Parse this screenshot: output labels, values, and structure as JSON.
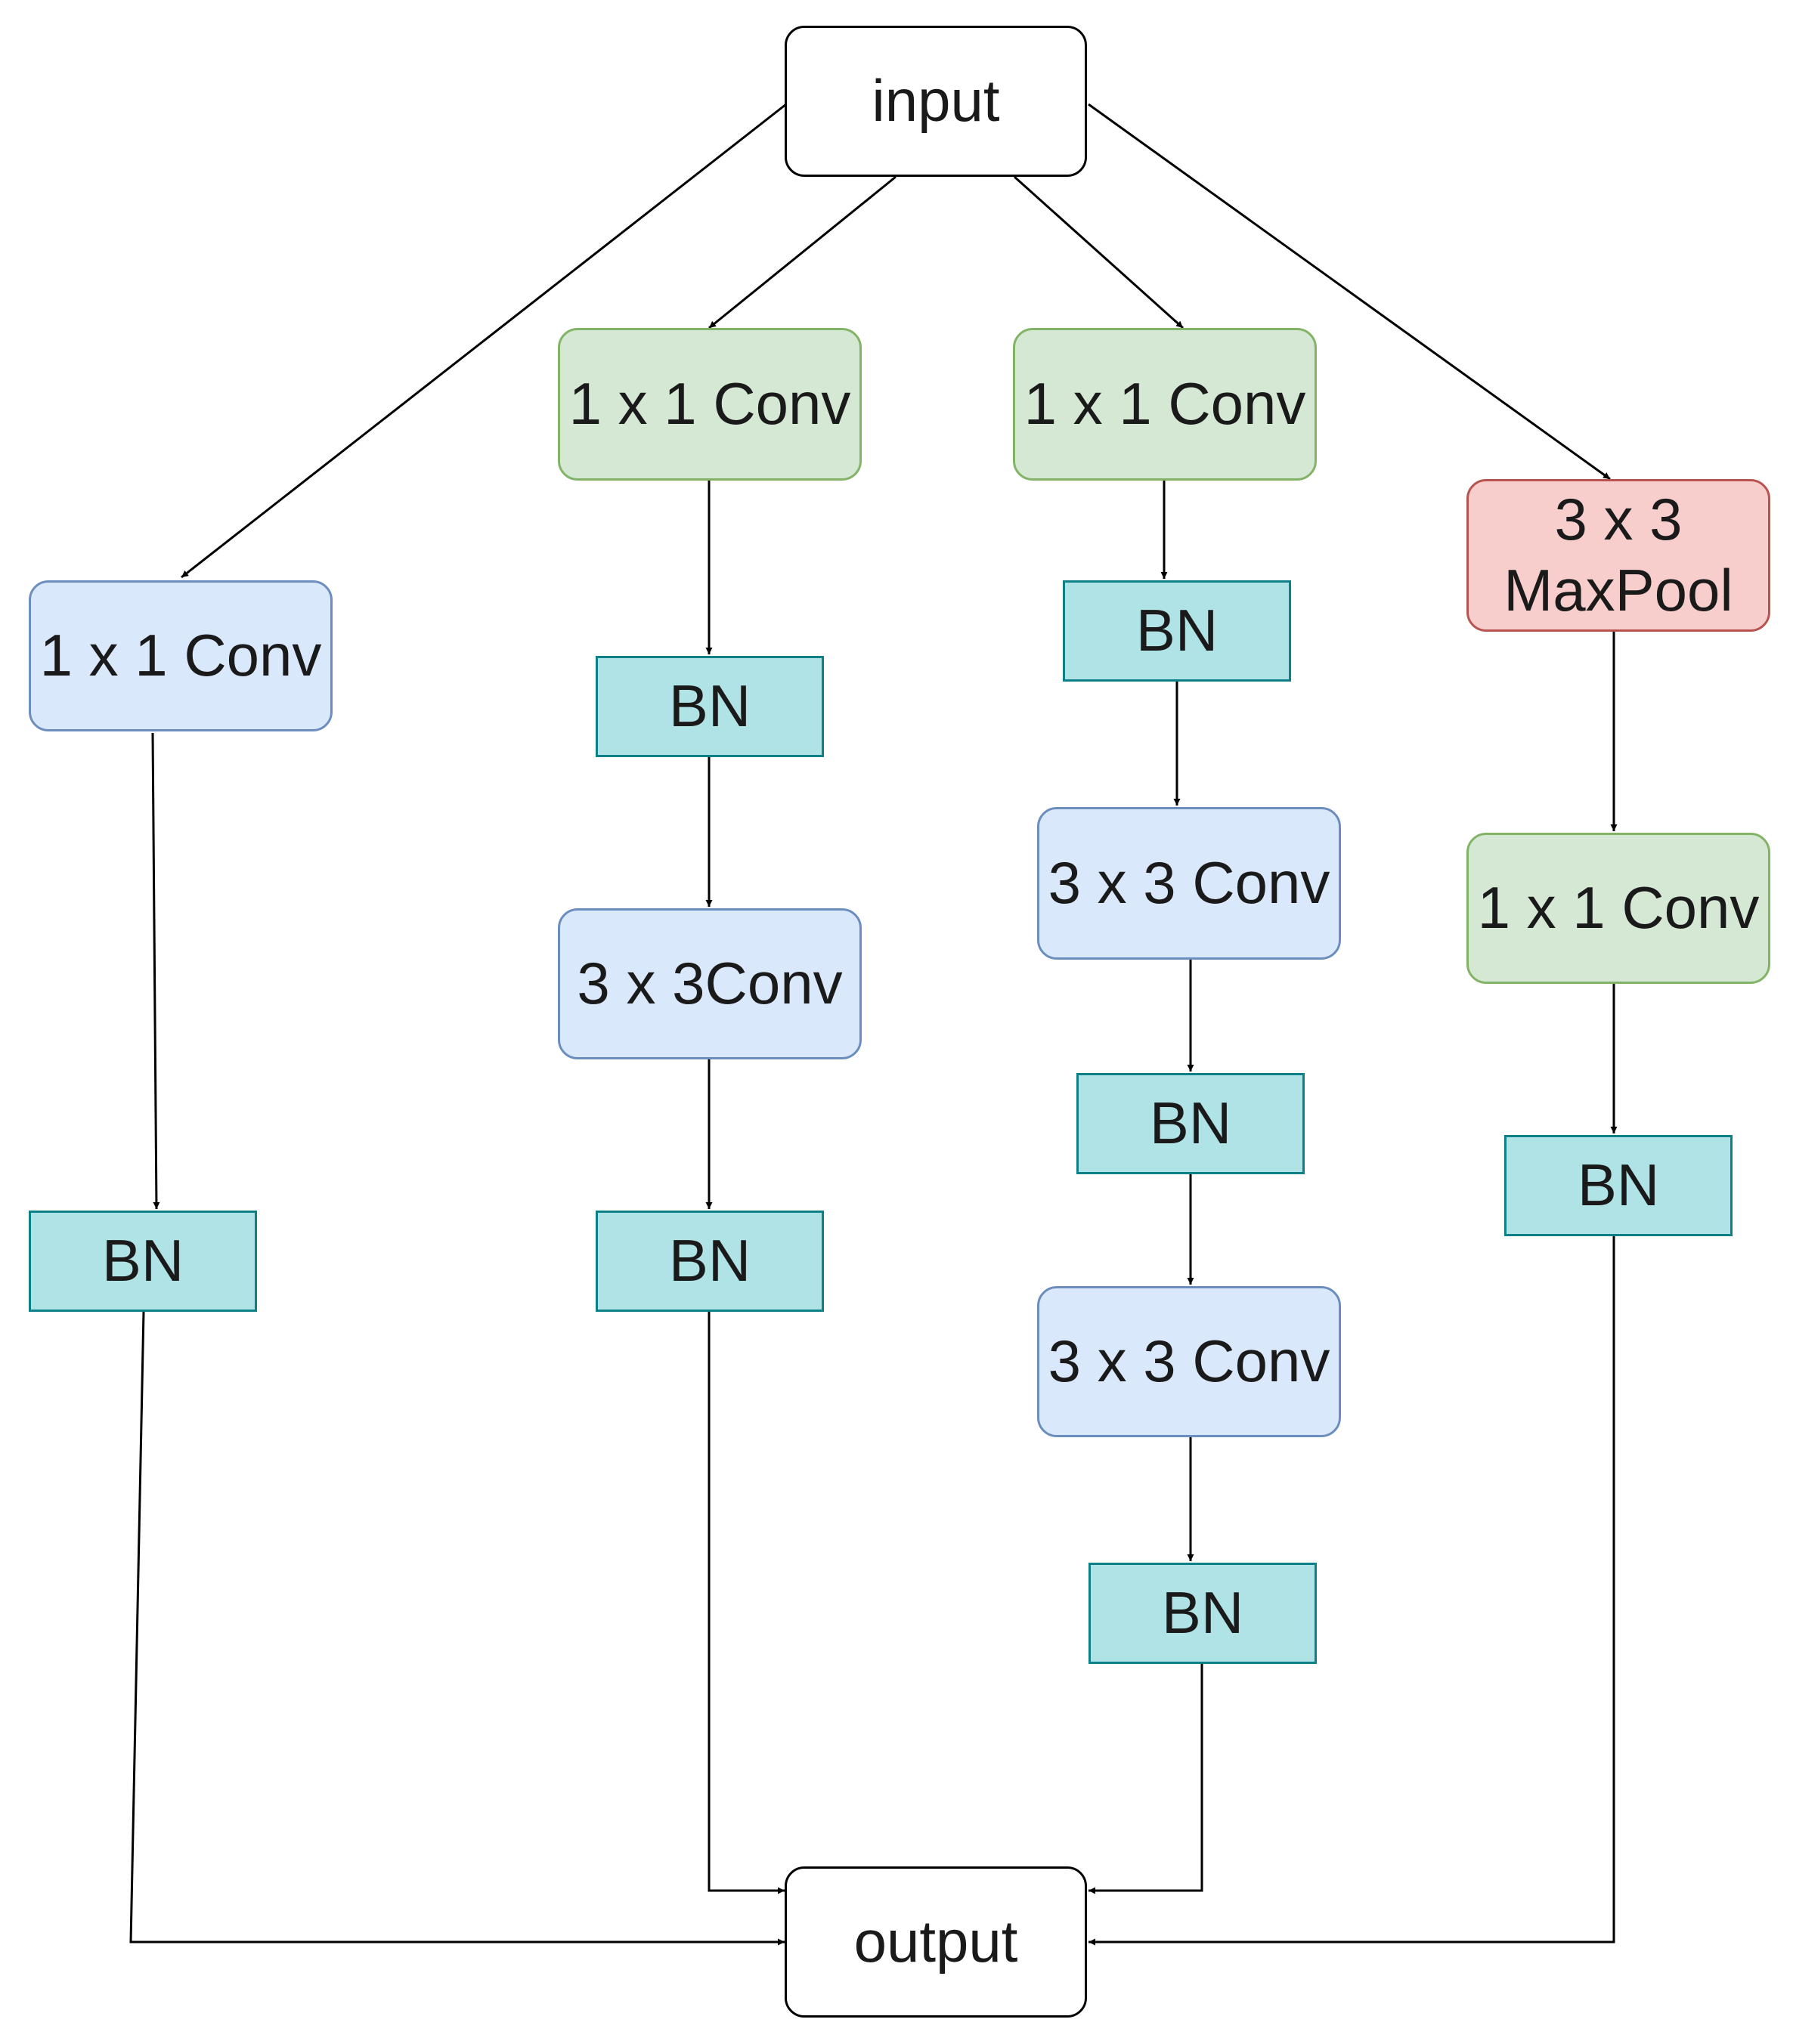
{
  "input": "input",
  "output": "output",
  "branch1": {
    "conv1x1": "1 x 1 Conv",
    "bn": "BN"
  },
  "branch2": {
    "conv1x1": "1 x 1 Conv",
    "bn1": "BN",
    "conv3x3": "3 x 3Conv",
    "bn2": "BN"
  },
  "branch3": {
    "conv1x1": "1 x 1 Conv",
    "bn1": "BN",
    "conv3x3_a": "3 x 3 Conv",
    "bn2": "BN",
    "conv3x3_b": "3 x 3 Conv",
    "bn3": "BN"
  },
  "branch4": {
    "maxpool": "3 x 3\nMaxPool",
    "conv1x1": "1 x 1 Conv",
    "bn": "BN"
  },
  "colors": {
    "blue_fill": "#dae8fc",
    "blue_stroke": "#6c8ebf",
    "green_fill": "#d5e8d4",
    "green_stroke": "#82b366",
    "red_fill": "#f8cecc",
    "red_stroke": "#b85450",
    "bn_fill": "#b0e3e6",
    "bn_stroke": "#0e8088"
  }
}
